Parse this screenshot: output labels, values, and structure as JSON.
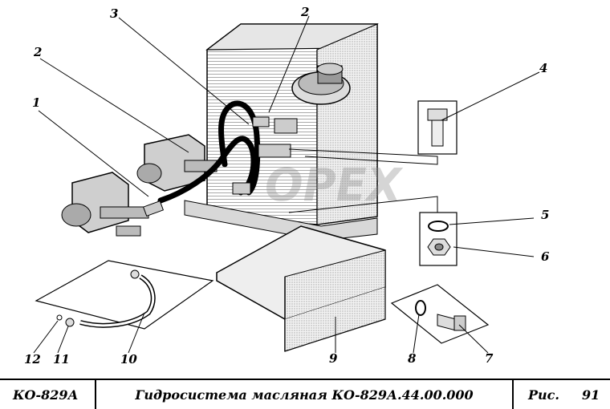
{
  "watermark": "OPEX",
  "callouts": [
    "1",
    "2",
    "2",
    "3",
    "4",
    "5",
    "6",
    "7",
    "8",
    "9",
    "10",
    "11",
    "12"
  ],
  "title_block": {
    "model": "КО-829А",
    "title": "Гидросистема масляная КО-829А.44.00.000",
    "fig_label": "Рис.",
    "fig_number": "91"
  }
}
